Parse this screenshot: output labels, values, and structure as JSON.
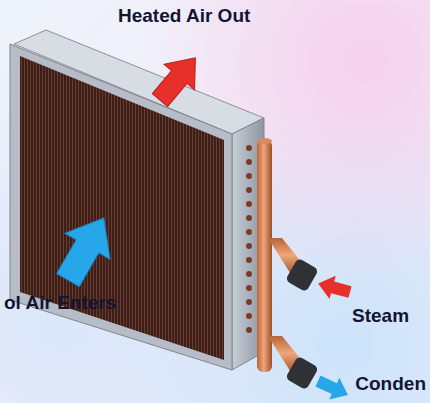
{
  "diagram": {
    "labels": [
      "Heated Air Out",
      "ol Air Enters",
      "Steam",
      "Conden"
    ]
  }
}
